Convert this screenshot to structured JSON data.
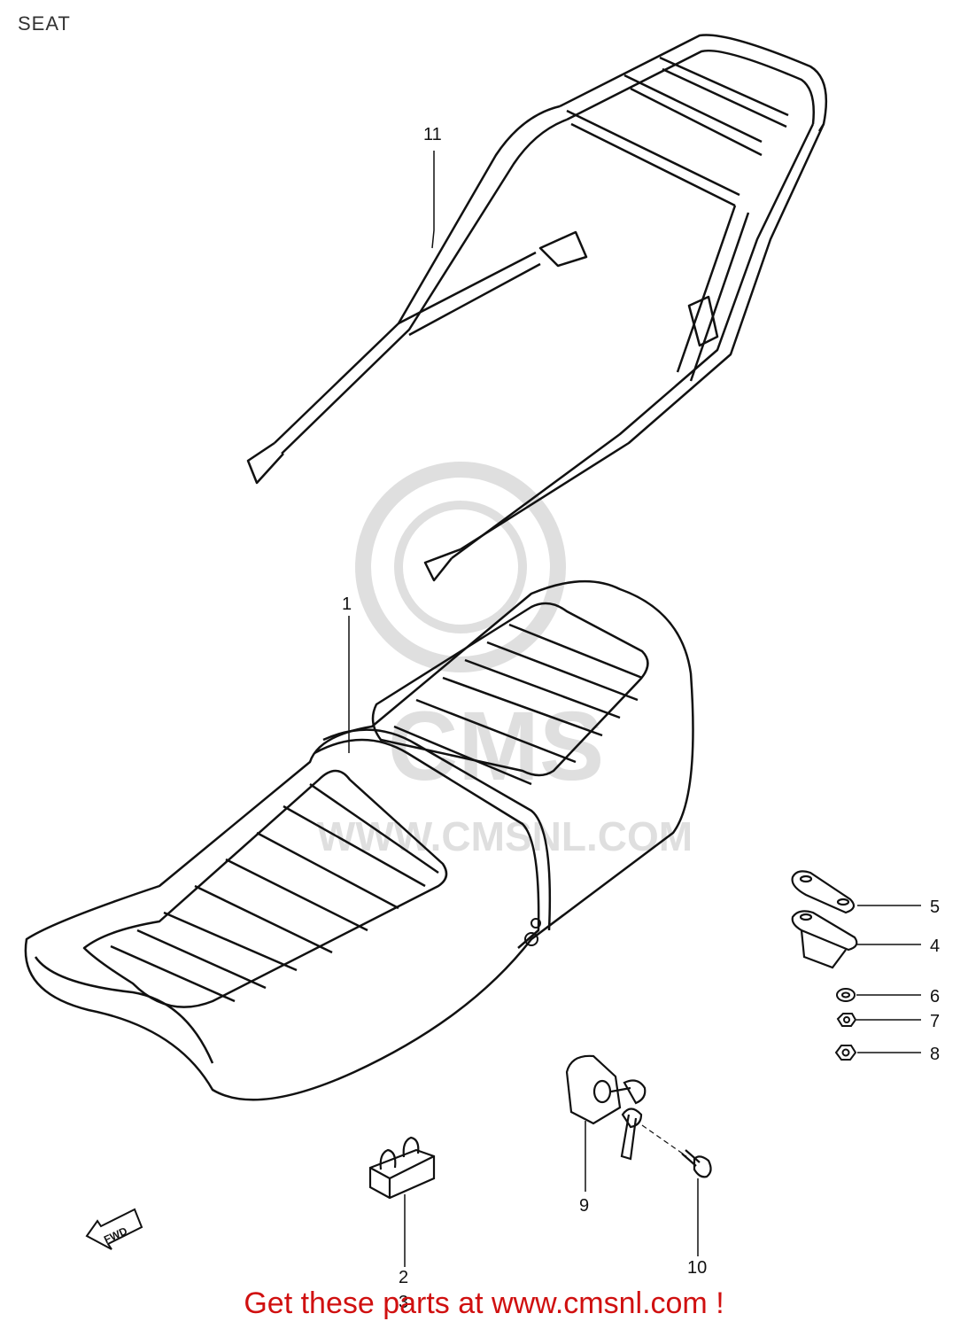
{
  "page": {
    "title": "SEAT"
  },
  "watermark": {
    "brand": "CMS",
    "url": "WWW.CMSNL.COM",
    "color": "#dcdcdc"
  },
  "callouts": [
    {
      "id": "11",
      "label": "11"
    },
    {
      "id": "1",
      "label": "1"
    },
    {
      "id": "5",
      "label": "5"
    },
    {
      "id": "4",
      "label": "4"
    },
    {
      "id": "6",
      "label": "6"
    },
    {
      "id": "7",
      "label": "7"
    },
    {
      "id": "8",
      "label": "8"
    },
    {
      "id": "9",
      "label": "9"
    },
    {
      "id": "10",
      "label": "10"
    },
    {
      "id": "2",
      "label": "2"
    },
    {
      "id": "3",
      "label": "3"
    }
  ],
  "fwd_arrow": {
    "label": "FWD"
  },
  "footer": {
    "text": "Get these parts at www.cmsnl.com !",
    "color": "#d01010"
  }
}
